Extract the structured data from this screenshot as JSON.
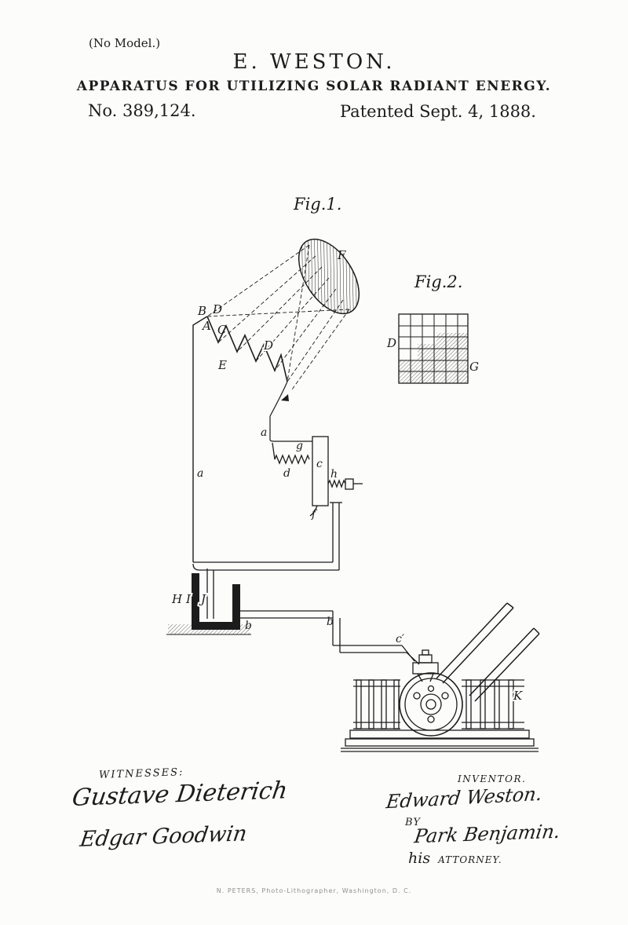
{
  "header": {
    "no_model": "(No Model.)",
    "inventor_heading": "E. WESTON.",
    "title": "APPARATUS FOR UTILIZING SOLAR RADIANT ENERGY.",
    "patent_number": "No. 389,124.",
    "patent_date": "Patented Sept. 4, 1888."
  },
  "figures": {
    "fig1": "Fig.1.",
    "fig2": "Fig.2."
  },
  "part_labels": {
    "F": "F",
    "B": "B",
    "D1": "D",
    "A": "A",
    "C": "C",
    "D2": "D",
    "E": "E",
    "a1": "a",
    "a2": "a",
    "g": "g",
    "c": "c",
    "d": "d",
    "h": "h",
    "f": "f",
    "H": "H",
    "I": "I",
    "J": "J",
    "b1": "b",
    "b2": "b",
    "cprime": "c′",
    "K": "K",
    "D3": "D",
    "G": "G"
  },
  "signatures": {
    "witnesses_heading": "WITNESSES:",
    "witness1": "Gustave Dieterich",
    "witness2": "Edgar Goodwin",
    "inventor_heading": "INVENTOR.",
    "inventor_name": "Edward Weston.",
    "by_label": "BY",
    "attorney_name": "Park Benjamin.",
    "his_label": "his",
    "attorney_label": "ATTORNEY."
  },
  "footer": {
    "imprint": "N. PETERS, Photo-Lithographer, Washington, D. C."
  }
}
